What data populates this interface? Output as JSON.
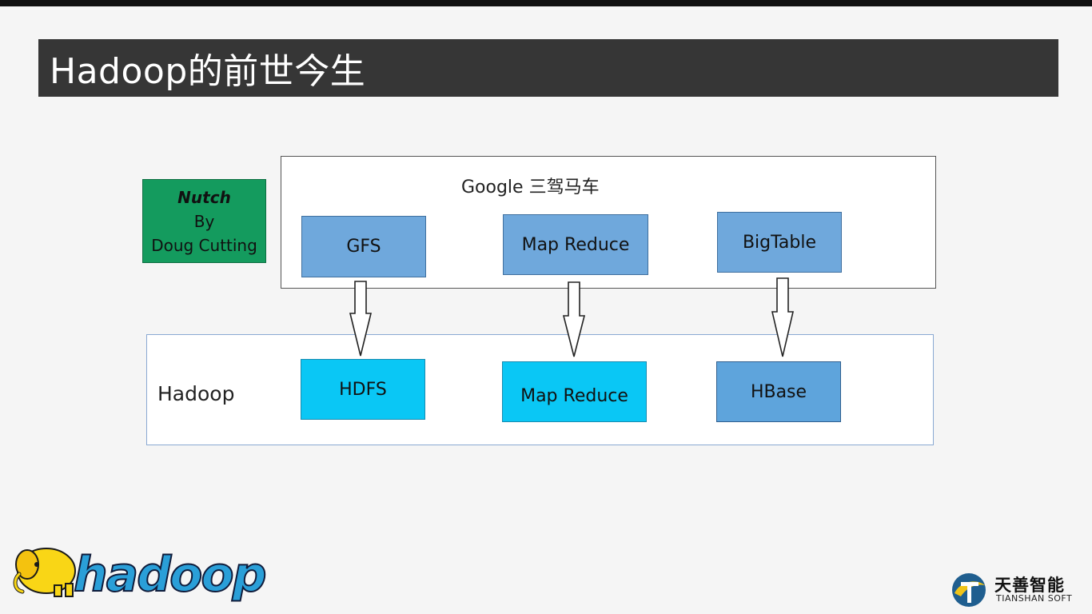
{
  "title": "Hadoop的前世今生",
  "nutch": {
    "name": "Nutch",
    "by": "By",
    "author": "Doug Cutting"
  },
  "google": {
    "label": "Google 三驾马车",
    "components": [
      "GFS",
      "Map Reduce",
      "BigTable"
    ]
  },
  "hadoop": {
    "label": "Hadoop",
    "components": [
      "HDFS",
      "Map Reduce",
      "HBase"
    ]
  },
  "logos": {
    "hadoop_logo_text": "hadoop",
    "company_cn": "天善智能",
    "company_en": "TIANSHAN SOFT"
  },
  "colors": {
    "title_bar": "#363636",
    "nutch_green": "#149b5e",
    "google_blue": "#6fa8dc",
    "hadoop_cyan": "#0ac7f5",
    "hbase_blue": "#5ea4dc",
    "logo_blue": "#2a9fd8"
  },
  "icons": [
    "hadoop-elephant-icon",
    "tianshan-logo-icon",
    "down-arrow-icon"
  ]
}
